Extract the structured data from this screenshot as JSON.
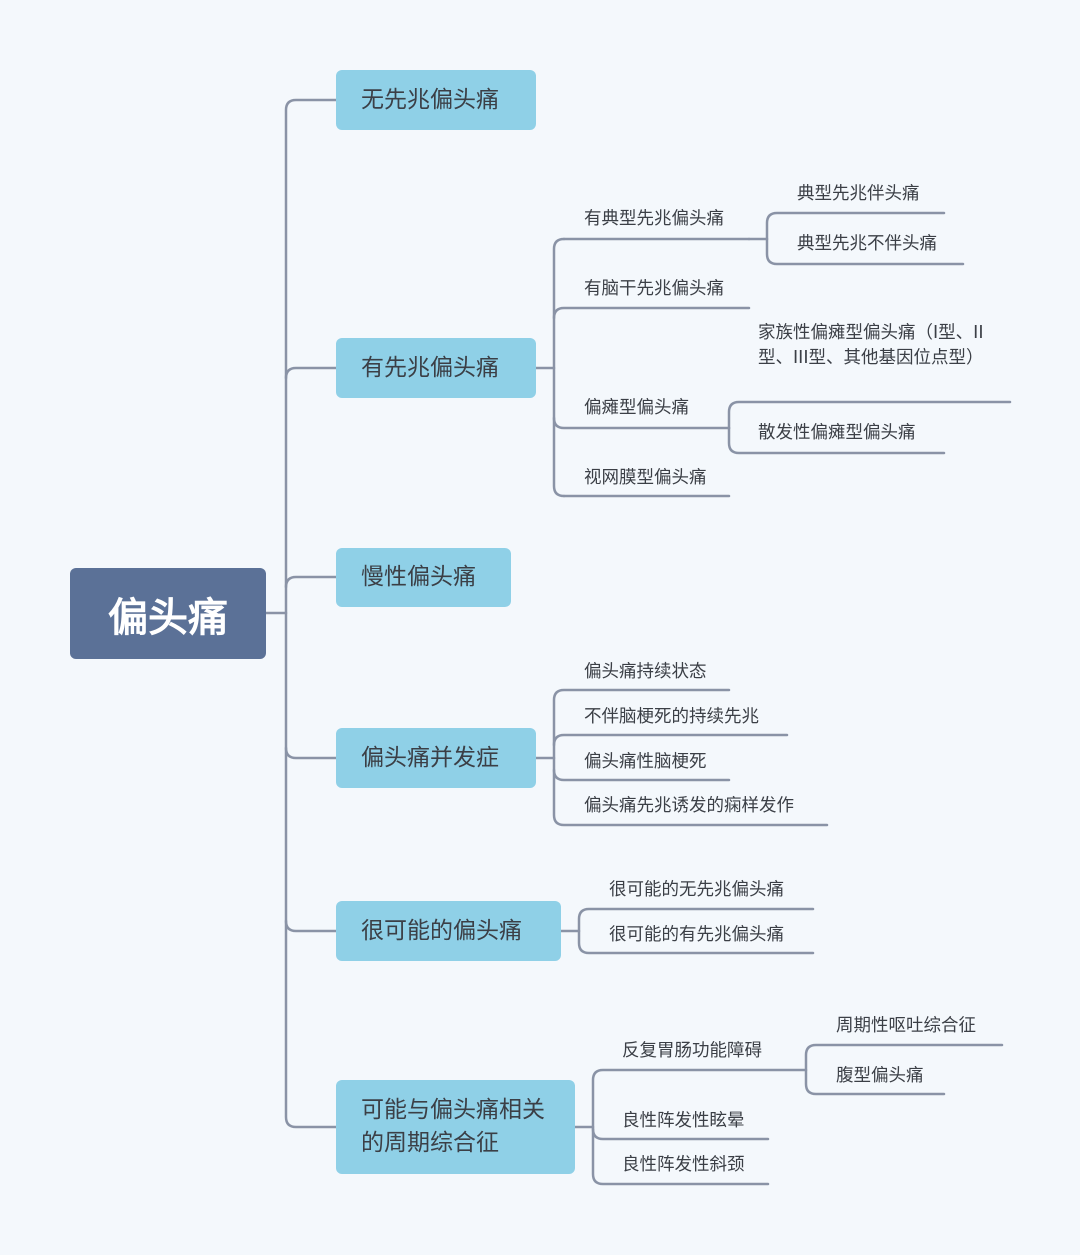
{
  "root": {
    "label": "偏头痛"
  },
  "branches": [
    {
      "label": "无先兆偏头痛",
      "children": []
    },
    {
      "label": "有先兆偏头痛",
      "children": [
        {
          "label": "有典型先兆偏头痛",
          "children": [
            {
              "label": "典型先兆伴头痛"
            },
            {
              "label": "典型先兆不伴头痛"
            }
          ]
        },
        {
          "label": "有脑干先兆偏头痛"
        },
        {
          "label": "偏瘫型偏头痛",
          "children": [
            {
              "label": "家族性偏瘫型偏头痛（I型、II型、III型、其他基因位点型）"
            },
            {
              "label": "散发性偏瘫型偏头痛"
            }
          ]
        },
        {
          "label": "视网膜型偏头痛"
        }
      ]
    },
    {
      "label": "慢性偏头痛",
      "children": []
    },
    {
      "label": "偏头痛并发症",
      "children": [
        {
          "label": "偏头痛持续状态"
        },
        {
          "label": "不伴脑梗死的持续先兆"
        },
        {
          "label": "偏头痛性脑梗死"
        },
        {
          "label": "偏头痛先兆诱发的痫样发作"
        }
      ]
    },
    {
      "label": "很可能的偏头痛",
      "children": [
        {
          "label": "很可能的无先兆偏头痛"
        },
        {
          "label": "很可能的有先兆偏头痛"
        }
      ]
    },
    {
      "label": "可能与偏头痛相关的周期综合征",
      "children": [
        {
          "label": "反复胃肠功能障碍",
          "children": [
            {
              "label": "周期性呕吐综合征"
            },
            {
              "label": "腹型偏头痛"
            }
          ]
        },
        {
          "label": "良性阵发性眩晕"
        },
        {
          "label": "良性阵发性斜颈"
        }
      ]
    }
  ],
  "colors": {
    "background": "#f4f8fc",
    "root": "#5b7197",
    "branch": "#8fd0e7",
    "line": "#8a93a6",
    "text": "#3b3f46"
  }
}
